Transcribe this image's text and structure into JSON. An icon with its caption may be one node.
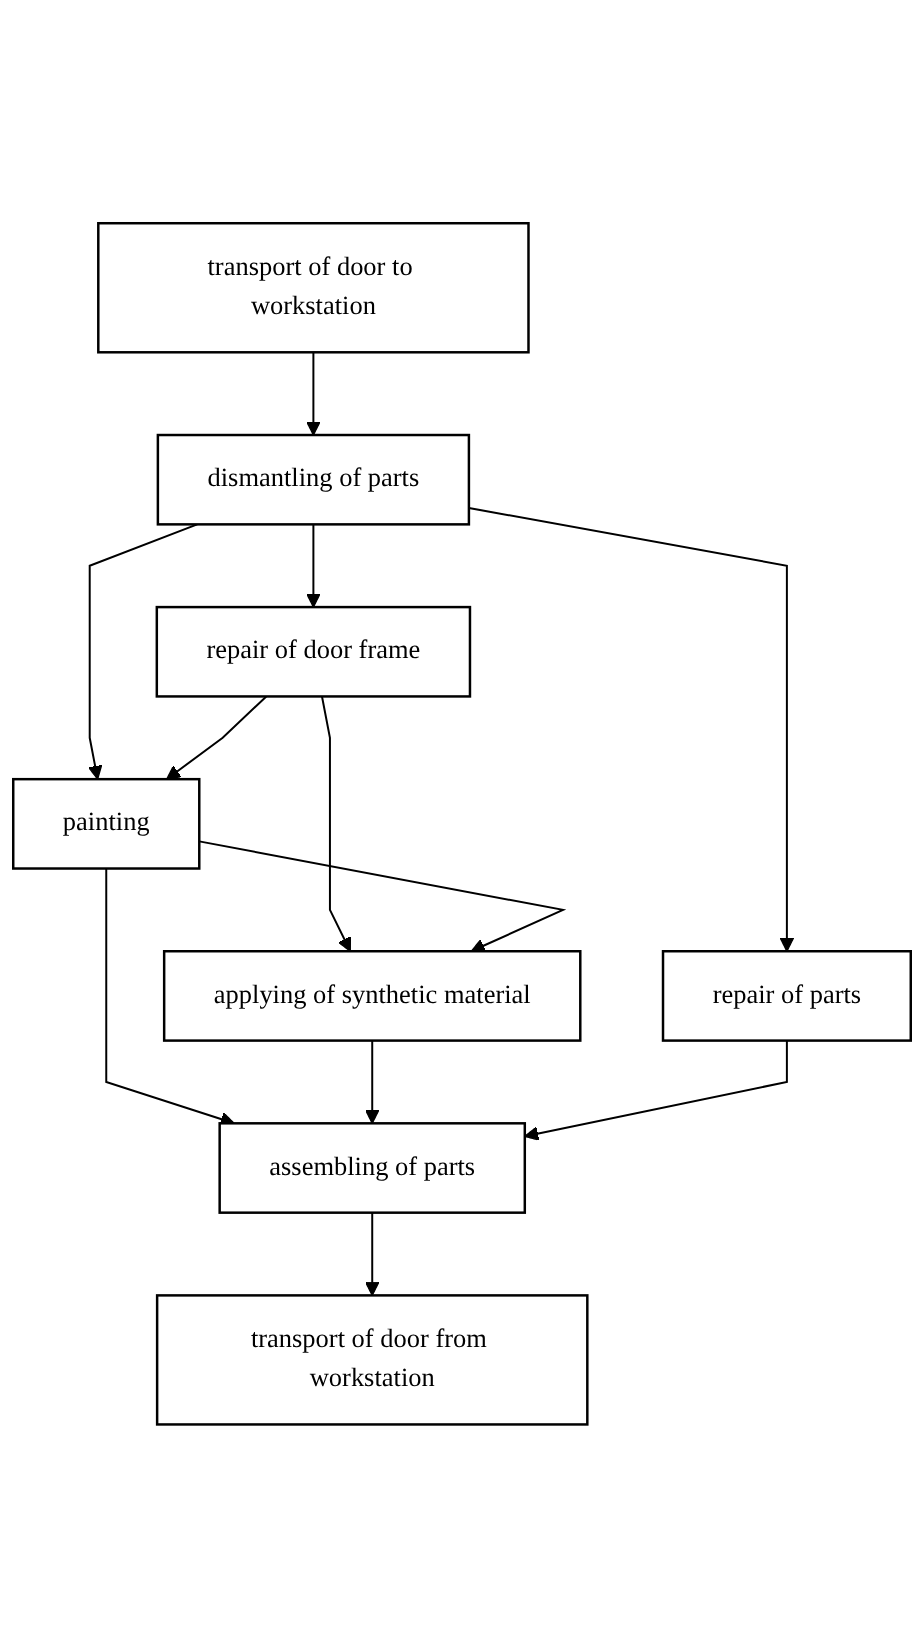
{
  "diagram": {
    "nodes": [
      {
        "text": [
          "transport of door to workstation"
        ]
      },
      {
        "text": [
          "dismantling of parts"
        ]
      },
      {
        "text": [
          "repair of door frame"
        ]
      },
      {
        "text": [
          "painting"
        ]
      },
      {
        "text": [
          "applying of synthetic material"
        ]
      },
      {
        "text": [
          "repair of parts"
        ]
      },
      {
        "text": [
          "assembling of parts"
        ]
      },
      {
        "text": [
          "transport of door from workstation"
        ]
      }
    ],
    "edges": [
      {
        "from": 0,
        "to": 1,
        "arrow": "to"
      },
      {
        "from": 1,
        "to": 2,
        "arrow": "to"
      },
      {
        "from": 1,
        "to": 5,
        "arrow": "to"
      },
      {
        "from": 1,
        "to": 3,
        "arrow": "to"
      },
      {
        "from": 2,
        "to": 3,
        "arrow": "to"
      },
      {
        "from": 2,
        "to": 4,
        "arrow": "to"
      },
      {
        "from": 3,
        "to": 4,
        "arrow": "to"
      },
      {
        "from": 3,
        "to": 6,
        "arrow": "to"
      },
      {
        "from": 4,
        "to": 6,
        "arrow": "to"
      },
      {
        "from": 5,
        "to": 6,
        "arrow": "to"
      },
      {
        "from": 6,
        "to": 7,
        "arrow": "to"
      }
    ]
  }
}
